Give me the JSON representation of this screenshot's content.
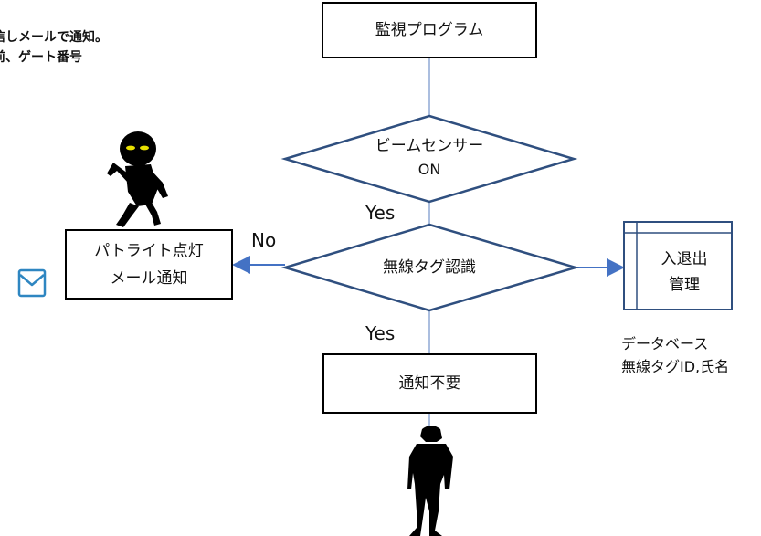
{
  "notes": {
    "line1": "信しメールで通知。",
    "line2": "前、ゲート番号"
  },
  "flow": {
    "monitor_program": "監視プログラム",
    "beam_sensor": "ビームセンサー",
    "beam_on": "ON",
    "yes_1": "Yes",
    "rfid_check": "無線タグ認識",
    "no": "No",
    "yes_2": "Yes",
    "patlite": "パトライト点灯",
    "mail_notify": "メール通知",
    "no_notify": "通知不要",
    "entry_exit_1": "入退出",
    "entry_exit_2": "管理"
  },
  "database": {
    "title": "データベース",
    "fields": "無線タグID,氏名"
  },
  "colors": {
    "diamond_stroke": "#2f4f7f",
    "line": "#8fa9d4",
    "arrow": "#4472c4",
    "mail_icon": "#2e86c1"
  },
  "icons": {
    "mail": "envelope-icon",
    "intruder": "intruder-figure",
    "worker": "worker-figure"
  }
}
